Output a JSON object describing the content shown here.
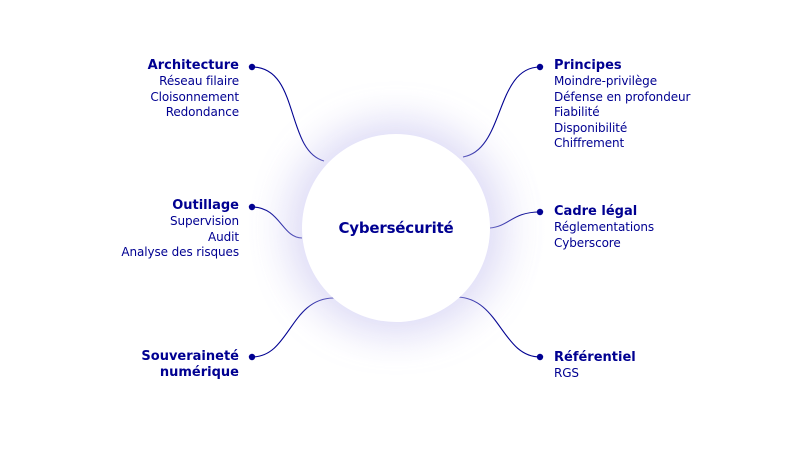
{
  "center": {
    "label": "Cybersécurité"
  },
  "branches": {
    "architecture": {
      "title": "Architecture",
      "items": [
        "Réseau filaire",
        "Cloisonnement",
        "Redondance"
      ]
    },
    "outillage": {
      "title": "Outillage",
      "items": [
        "Supervision",
        "Audit",
        "Analyse des risques"
      ]
    },
    "souverainete": {
      "title_lines": [
        "Souveraineté",
        "numérique"
      ]
    },
    "principes": {
      "title": "Principes",
      "items": [
        "Moindre-privilège",
        "Défense en profondeur",
        "Fiabilité",
        "Disponibilité",
        "Chiffrement"
      ]
    },
    "cadre_legal": {
      "title": "Cadre légal",
      "items": [
        "Réglementations",
        "Cyberscore"
      ]
    },
    "referentiel": {
      "title": "Référentiel",
      "items": [
        "RGS"
      ]
    }
  },
  "colors": {
    "primary": "#000091",
    "glow": "#c8c4f0"
  }
}
